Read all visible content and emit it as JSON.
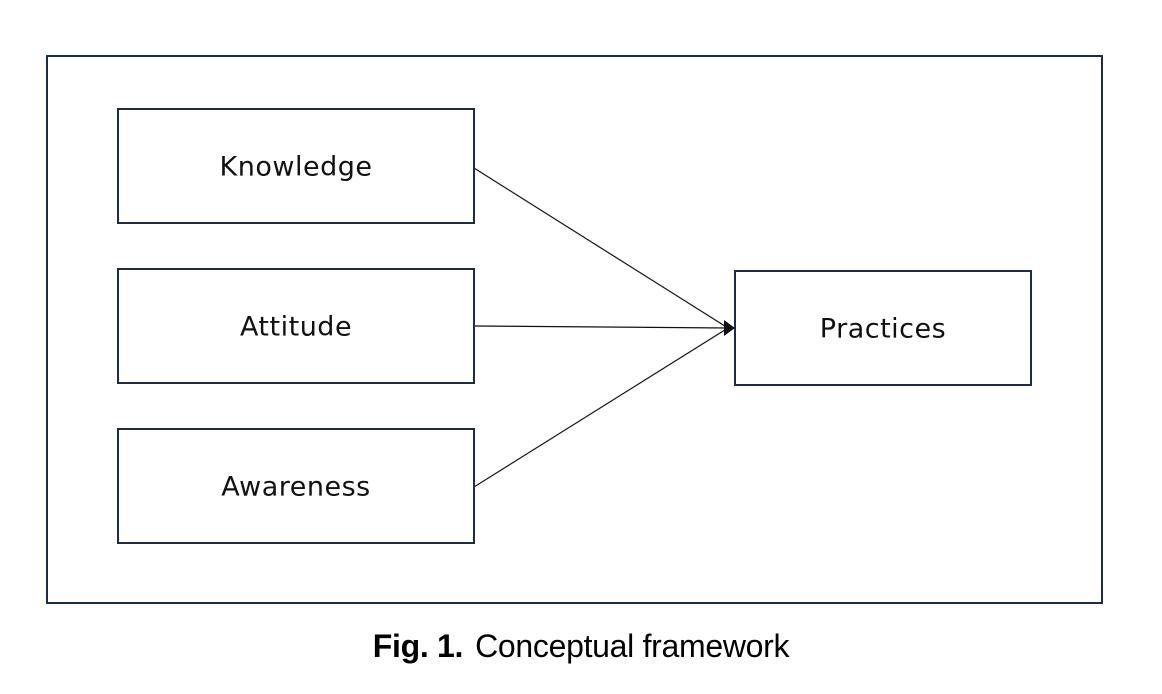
{
  "diagram": {
    "nodes": {
      "knowledge": "Knowledge",
      "attitude": "Attitude",
      "awareness": "Awareness",
      "practices": "Practices"
    },
    "edges": [
      {
        "from": "knowledge",
        "to": "practices"
      },
      {
        "from": "attitude",
        "to": "practices"
      },
      {
        "from": "awareness",
        "to": "practices"
      }
    ]
  },
  "caption": {
    "number": "Fig. 1.",
    "text": "Conceptual framework"
  }
}
